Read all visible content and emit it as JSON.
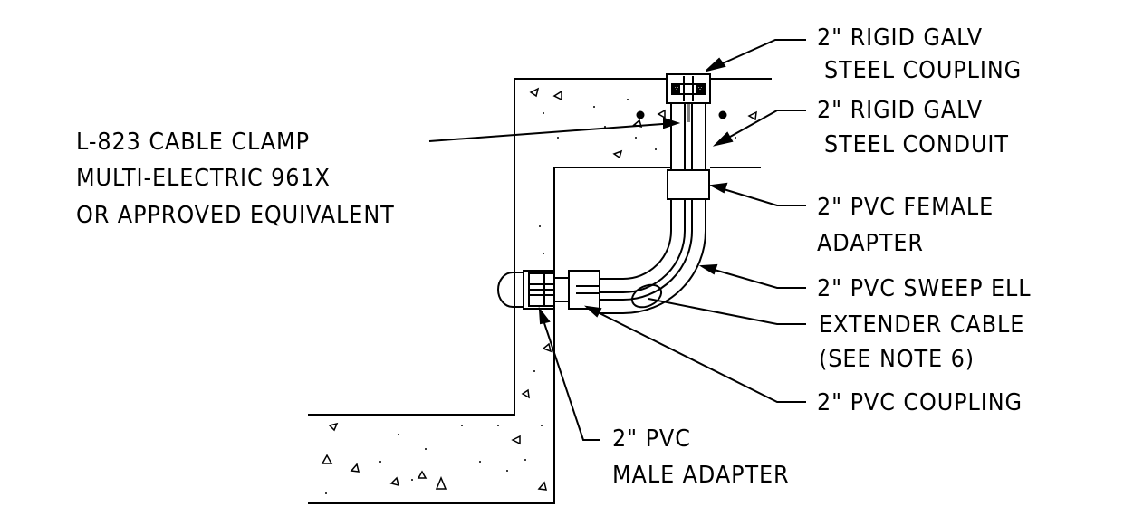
{
  "labels": {
    "rigid_galv_coupling": [
      "2\" RIGID GALV",
      "STEEL COUPLING"
    ],
    "rigid_galv_conduit": [
      "2\" RIGID GALV",
      "STEEL CONDUIT"
    ],
    "cable_clamp": [
      "L-823 CABLE CLAMP",
      "MULTI-ELECTRIC 961X",
      "OR APPROVED EQUIVALENT"
    ],
    "pvc_female_adapter": [
      "2\" PVC FEMALE",
      "ADAPTER"
    ],
    "pvc_sweep_ell": [
      "2\" PVC SWEEP ELL"
    ],
    "extender_cable": [
      "EXTENDER CABLE",
      "(SEE NOTE 6)"
    ],
    "pvc_coupling": [
      "2\" PVC COUPLING"
    ],
    "pvc_male_adapter": [
      "2\" PVC",
      "MALE ADAPTER"
    ]
  }
}
